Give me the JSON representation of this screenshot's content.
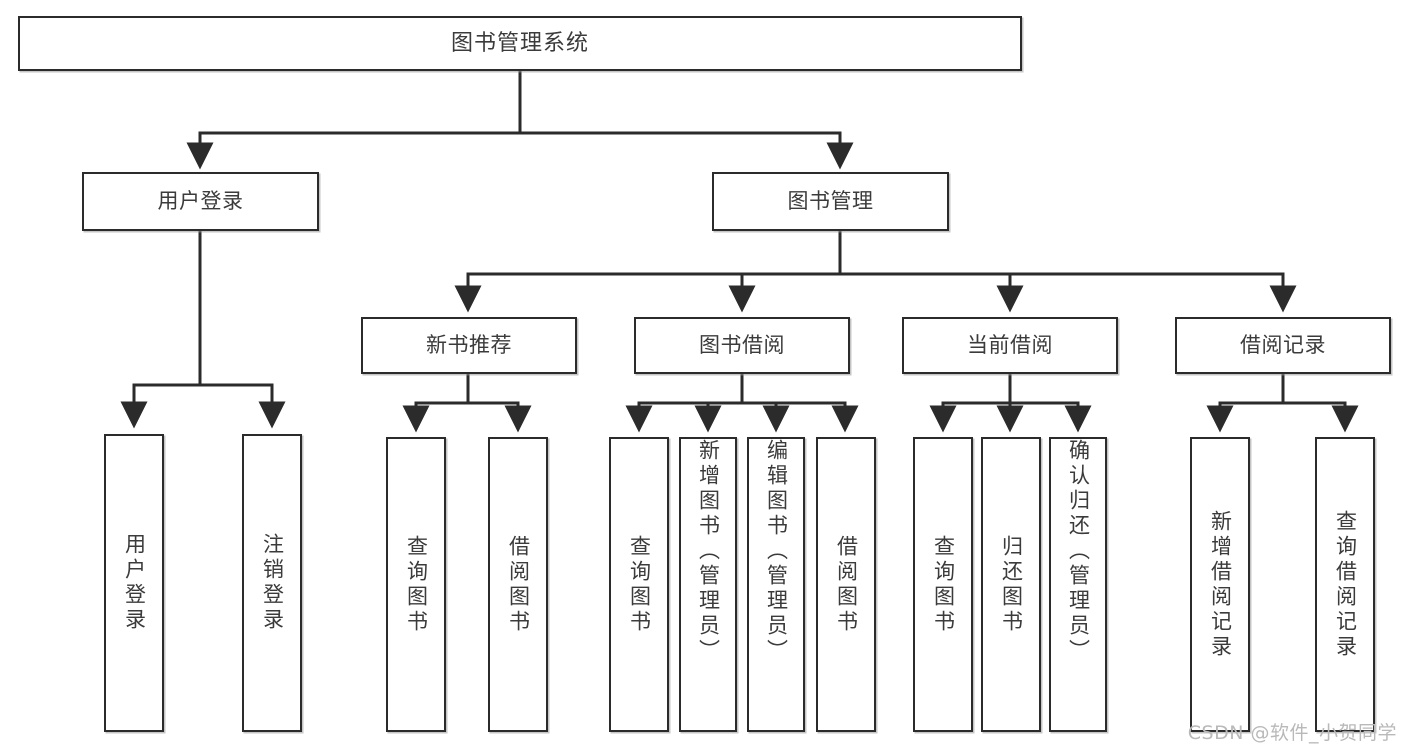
{
  "diagram": {
    "title": "图书管理系统",
    "watermark": "CSDN @软件_小贺同学",
    "levels": {
      "root": {
        "label": "图书管理系统"
      },
      "level2": [
        {
          "label": "用户登录"
        },
        {
          "label": "图书管理"
        }
      ],
      "level3": [
        {
          "label": "新书推荐"
        },
        {
          "label": "图书借阅"
        },
        {
          "label": "当前借阅"
        },
        {
          "label": "借阅记录"
        }
      ]
    },
    "leaves": {
      "user_login": [
        {
          "label": "用户登录"
        },
        {
          "label": "注销登录"
        }
      ],
      "new_book_recommend": [
        {
          "label": "查询图书"
        },
        {
          "label": "借阅图书"
        }
      ],
      "book_borrow": [
        {
          "label": "查询图书"
        },
        {
          "label": "新增图书（管理员）"
        },
        {
          "label": "编辑图书（管理员）"
        },
        {
          "label": "借阅图书"
        }
      ],
      "current_borrow": [
        {
          "label": "查询图书"
        },
        {
          "label": "归还图书"
        },
        {
          "label": "确认归还（管理员）"
        }
      ],
      "borrow_record": [
        {
          "label": "新增借阅记录"
        },
        {
          "label": "查询借阅记录"
        }
      ]
    },
    "colors": {
      "box_border": "#2b2b2b",
      "box_fill": "#ffffff",
      "text": "#3b3b3b",
      "edge": "#2b2b2b",
      "watermark": "#b9b9b9"
    }
  }
}
